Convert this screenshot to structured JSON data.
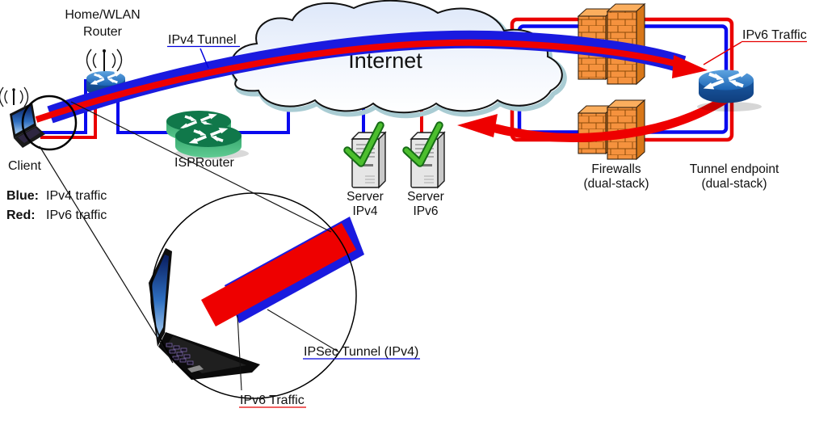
{
  "diagram": {
    "nodes": {
      "client": {
        "label": "Client"
      },
      "home_router": {
        "line1": "Home/WLAN",
        "line2": "Router"
      },
      "isp_router": {
        "label": "ISPRouter"
      },
      "internet_cloud": {
        "label": "Internet"
      },
      "server_ipv4": {
        "line1": "Server",
        "line2": "IPv4"
      },
      "server_ipv6": {
        "line1": "Server",
        "line2": "IPv6"
      },
      "firewalls": {
        "line1": "Firewalls",
        "line2": "(dual-stack)"
      },
      "tunnel_endpoint": {
        "line1": "Tunnel endpoint",
        "line2": "(dual-stack)"
      }
    },
    "annotations": {
      "ipv4_tunnel": {
        "label": "IPv4 Tunnel",
        "color": "#0000dd"
      },
      "ipv6_traffic_top": {
        "label": "IPv6 Traffic",
        "color": "#e60000"
      },
      "ipsec_tunnel": {
        "label": "IPSec Tunnel (IPv4)",
        "color": "#0000dd"
      },
      "ipv6_traffic_bottom": {
        "label": "IPv6 Traffic",
        "color": "#e60000"
      }
    },
    "legend": {
      "items": [
        {
          "term": "Blue:",
          "desc": "IPv4 traffic",
          "color": "#0000f0"
        },
        {
          "term": "Red:",
          "desc": "IPv6 traffic",
          "color": "#f00000"
        }
      ]
    },
    "colors": {
      "ipv4_band_blue": "#1a1adf",
      "ipv6_red": "#ee0000",
      "wire_blue": "#0a0aee",
      "wire_red": "#ea0000",
      "firewall_orange": "#f5923e",
      "router_blue": "#1f63ae",
      "router_green": "#2f9e68",
      "cloud_fill": "#e9effb",
      "check_green": "#4cbe2e"
    }
  }
}
